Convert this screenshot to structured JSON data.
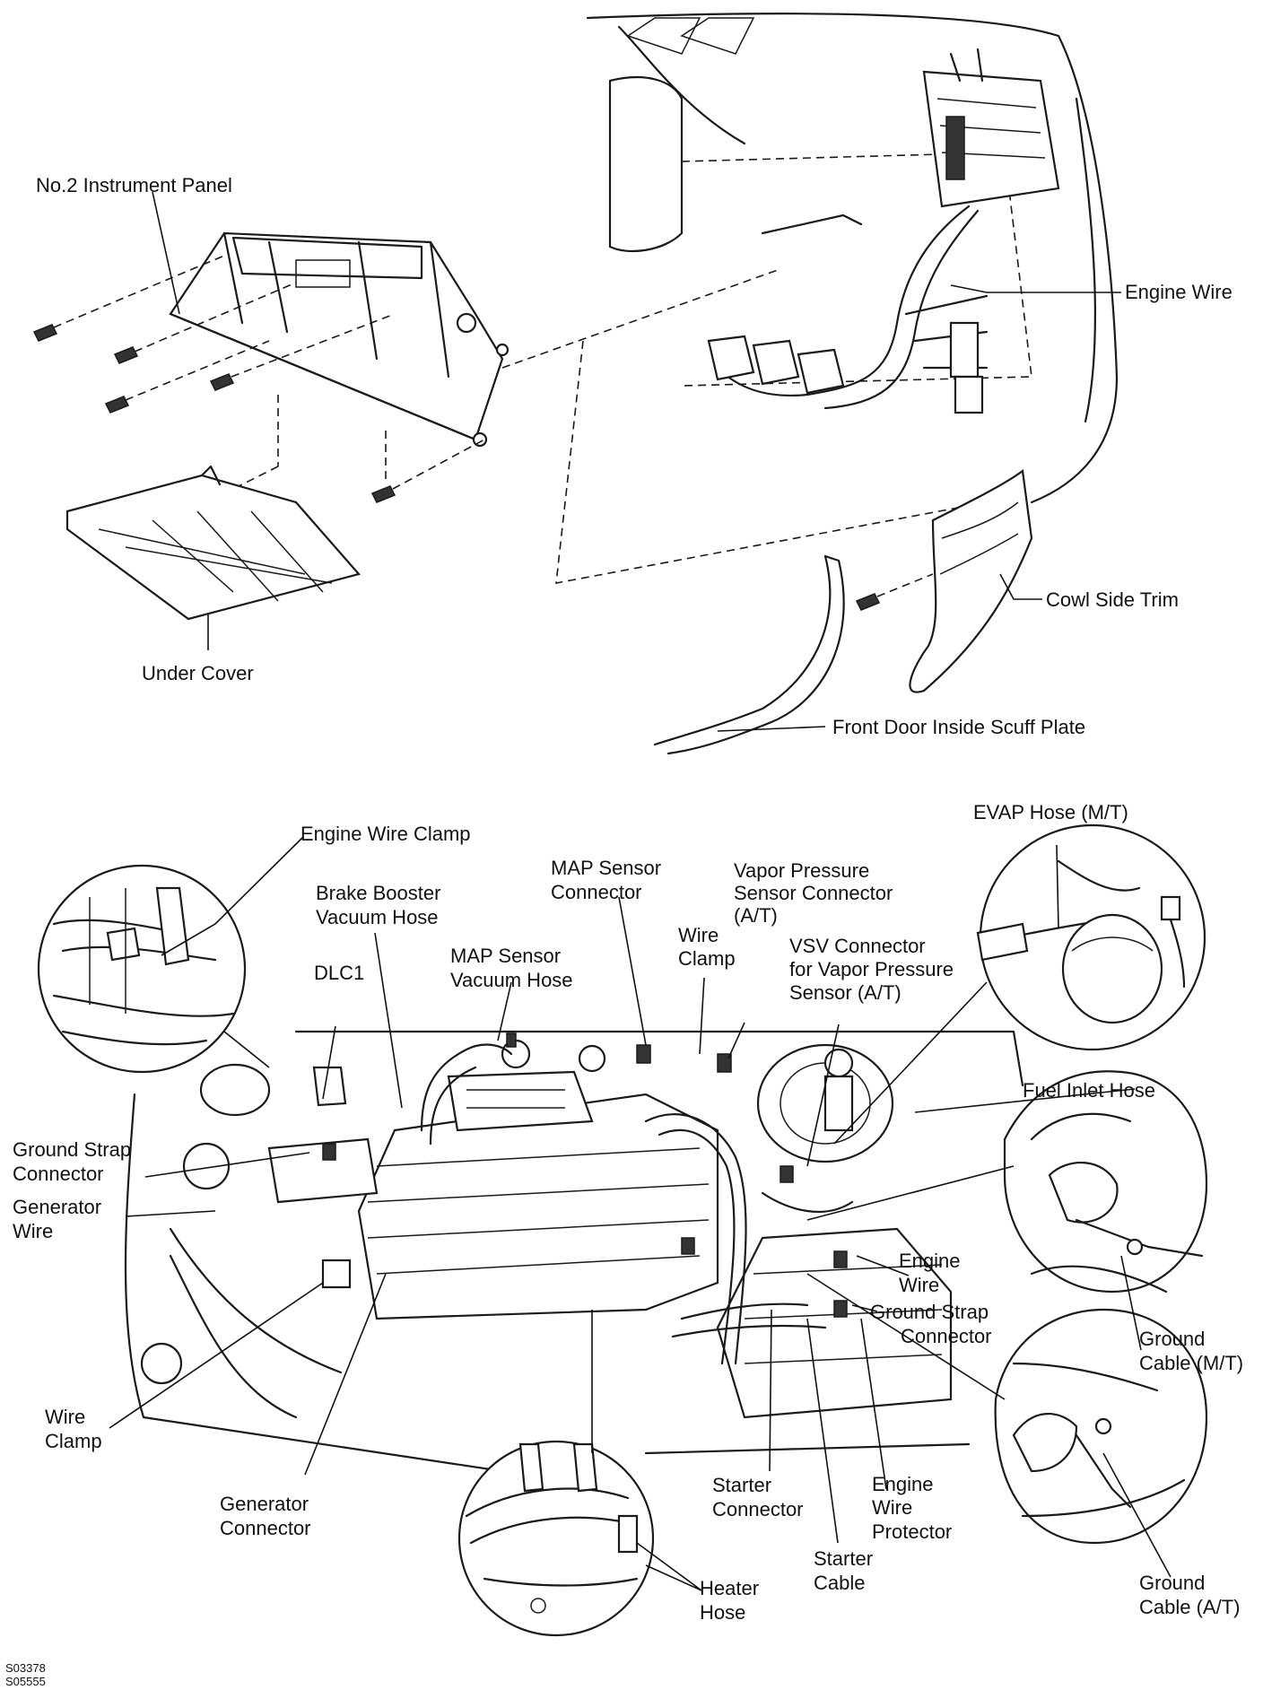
{
  "labels": {
    "instrument_panel": "No.2 Instrument Panel",
    "engine_wire_top": "Engine Wire",
    "cowl_side_trim": "Cowl Side Trim",
    "under_cover": "Under Cover",
    "front_door_scuff_plate": "Front Door Inside Scuff Plate",
    "engine_wire_clamp": "Engine Wire Clamp",
    "evap_hose": "EVAP Hose (M/T)",
    "brake_booster_l1": "Brake Booster",
    "brake_booster_l2": "Vacuum Hose",
    "map_sensor_connector_l1": "MAP Sensor",
    "map_sensor_connector_l2": "Connector",
    "vapor_pressure_l1": "Vapor Pressure",
    "vapor_pressure_l2": "Sensor Connector",
    "vapor_pressure_l3": "(A/T)",
    "wire_clamp_top_l1": "Wire",
    "wire_clamp_top_l2": "Clamp",
    "vsv_l1": "VSV Connector",
    "vsv_l2": "for Vapor Pressure",
    "vsv_l3": "Sensor (A/T)",
    "dlc1": "DLC1",
    "map_vacuum_l1": "MAP Sensor",
    "map_vacuum_l2": "Vacuum Hose",
    "fuel_inlet_hose": "Fuel Inlet Hose",
    "ground_strap_left_l1": "Ground Strap",
    "ground_strap_left_l2": "Connector",
    "generator_wire_l1": "Generator",
    "generator_wire_l2": "Wire",
    "engine_wire_mid_l1": "Engine",
    "engine_wire_mid_l2": "Wire",
    "ground_strap_right_l1": "Ground Strap",
    "ground_strap_right_l2": "Connector",
    "ground_cable_mt_l1": "Ground",
    "ground_cable_mt_l2": "Cable (M/T)",
    "wire_clamp_bottom_l1": "Wire",
    "wire_clamp_bottom_l2": "Clamp",
    "generator_connector_l1": "Generator",
    "generator_connector_l2": "Connector",
    "starter_connector_l1": "Starter",
    "starter_connector_l2": "Connector",
    "engine_wire_protector_l1": "Engine",
    "engine_wire_protector_l2": "Wire",
    "engine_wire_protector_l3": "Protector",
    "starter_cable_l1": "Starter",
    "starter_cable_l2": "Cable",
    "heater_hose_l1": "Heater",
    "heater_hose_l2": "Hose",
    "ground_cable_at_l1": "Ground",
    "ground_cable_at_l2": "Cable (A/T)"
  },
  "codes": {
    "code1": "S03378",
    "code2": "S05555"
  }
}
